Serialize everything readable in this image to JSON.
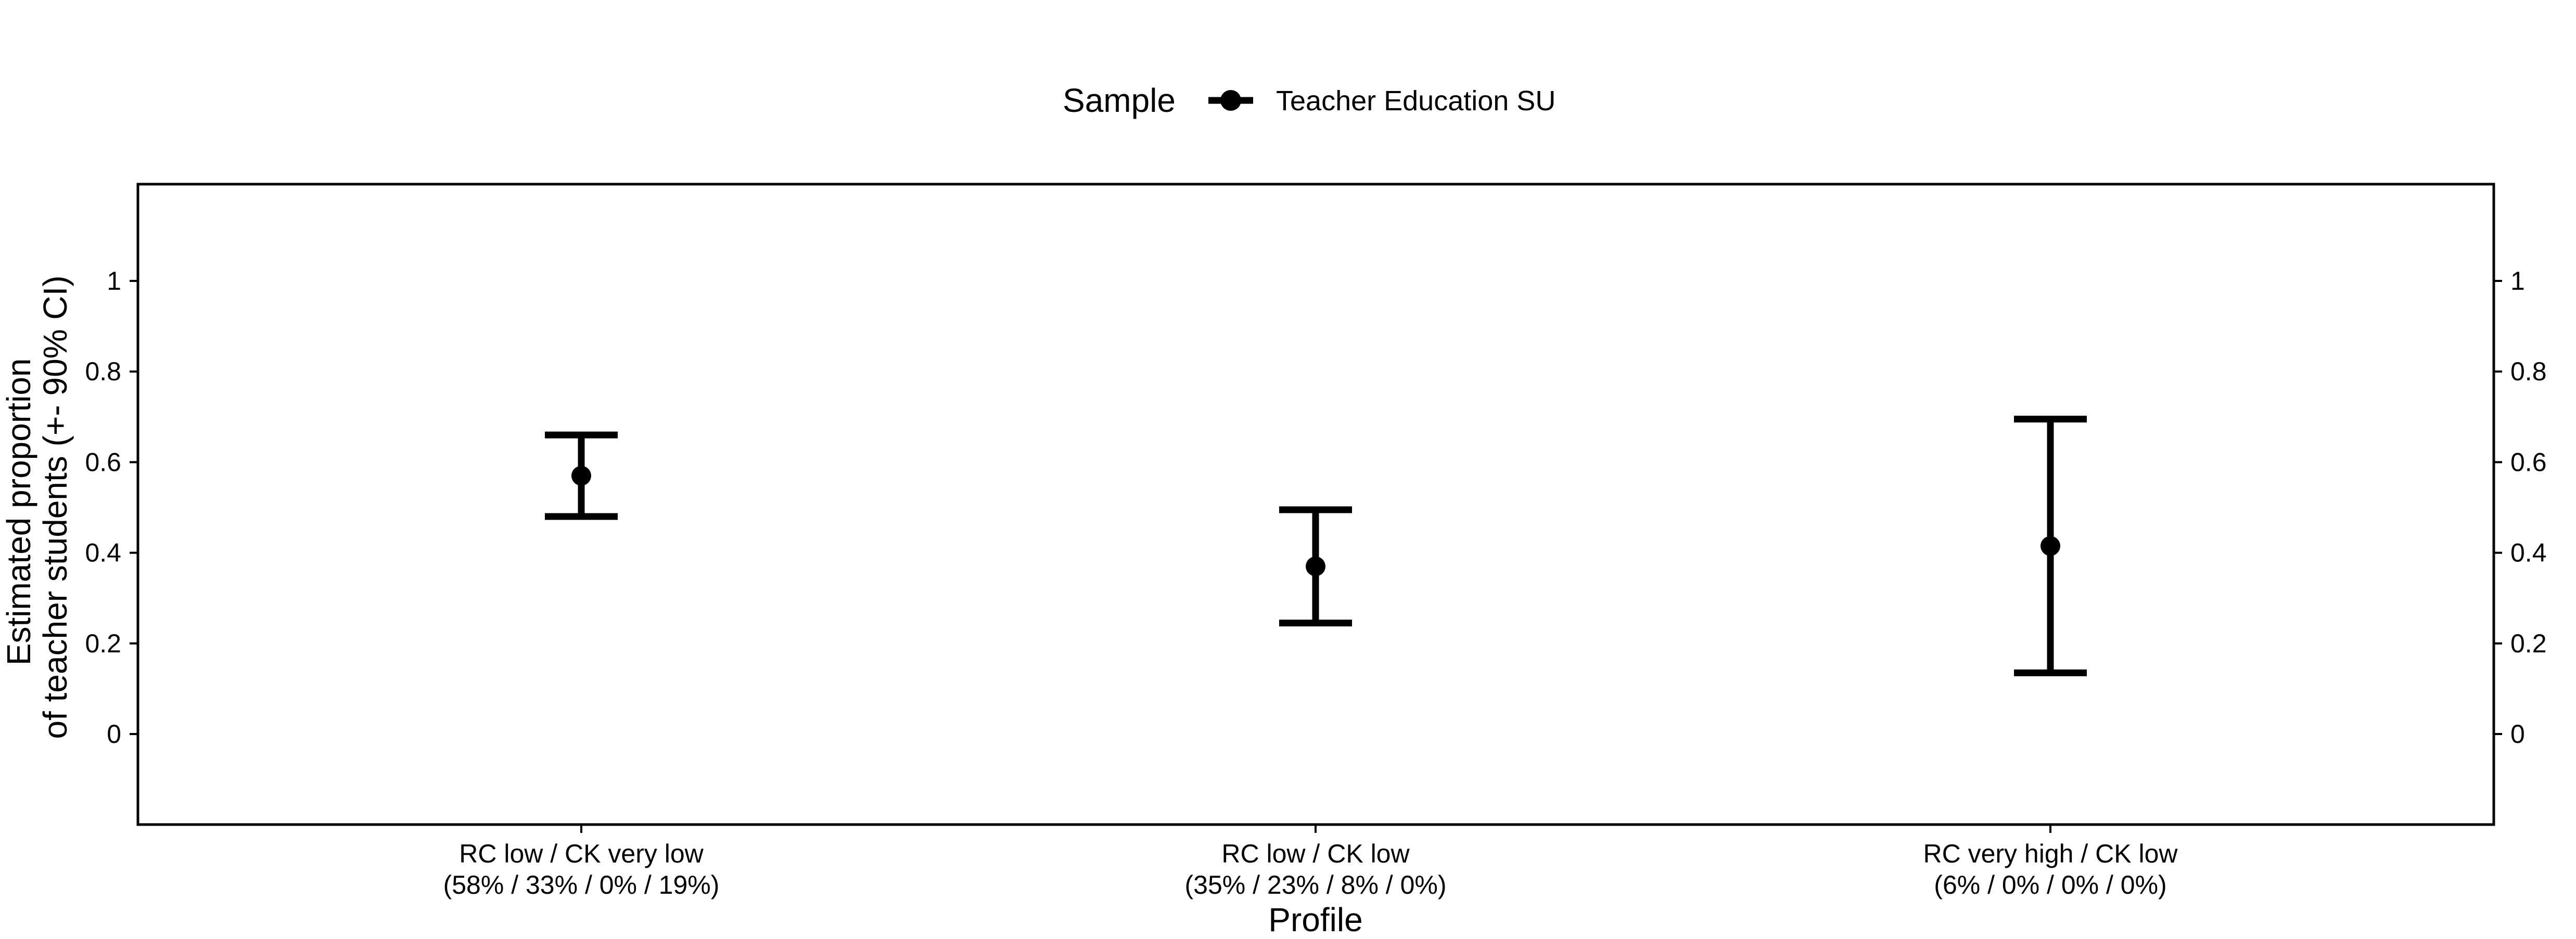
{
  "chart_data": {
    "type": "scatter",
    "subtype": "point-with-error-bars",
    "title": "",
    "xlabel": "Profile",
    "ylabel_line1": "Estimated proportion",
    "ylabel_line2": "of teacher students (+- 90% CI)",
    "ylim": [
      -0.22,
      1.22
    ],
    "yticks": [
      0,
      0.2,
      0.4,
      0.6,
      0.8,
      1
    ],
    "ytick_labels": [
      "0",
      "0.2",
      "0.4",
      "0.6",
      "0.8",
      "1"
    ],
    "secondary_y_axis": true,
    "grid": false,
    "legend": {
      "title": "Sample",
      "position": "top",
      "entries": [
        "Teacher Education SU"
      ]
    },
    "categories": [
      {
        "line1": "RC low / CK very low",
        "line2": "(58% / 33% / 0% / 19%)"
      },
      {
        "line1": "RC low / CK low",
        "line2": "(35% / 23% / 8% / 0%)"
      },
      {
        "line1": "RC very high / CK low",
        "line2": "(6% / 0% / 0% / 0%)"
      }
    ],
    "series": [
      {
        "name": "Teacher Education SU",
        "color": "#000000",
        "values": [
          0.57,
          0.37,
          0.415
        ],
        "ci_lower": [
          0.48,
          0.245,
          0.135
        ],
        "ci_upper": [
          0.66,
          0.495,
          0.695
        ]
      }
    ]
  }
}
